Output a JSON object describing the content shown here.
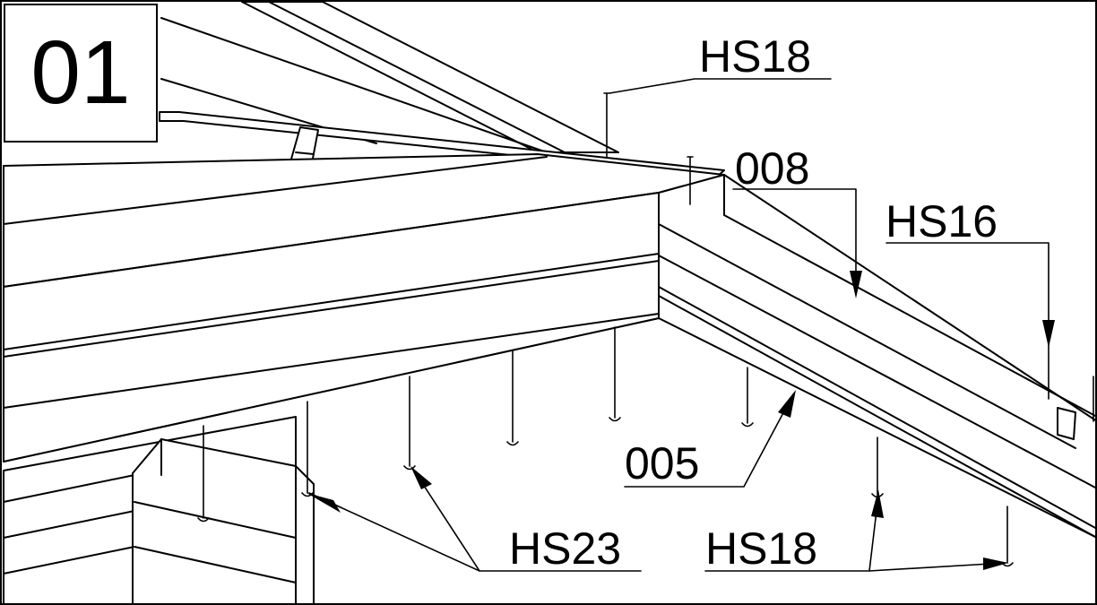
{
  "step_number": "01",
  "labels": {
    "hs18_top": "HS18",
    "p008": "008",
    "hs16": "HS16",
    "p005": "005",
    "hs23": "HS23",
    "hs18_bottom": "HS18"
  }
}
